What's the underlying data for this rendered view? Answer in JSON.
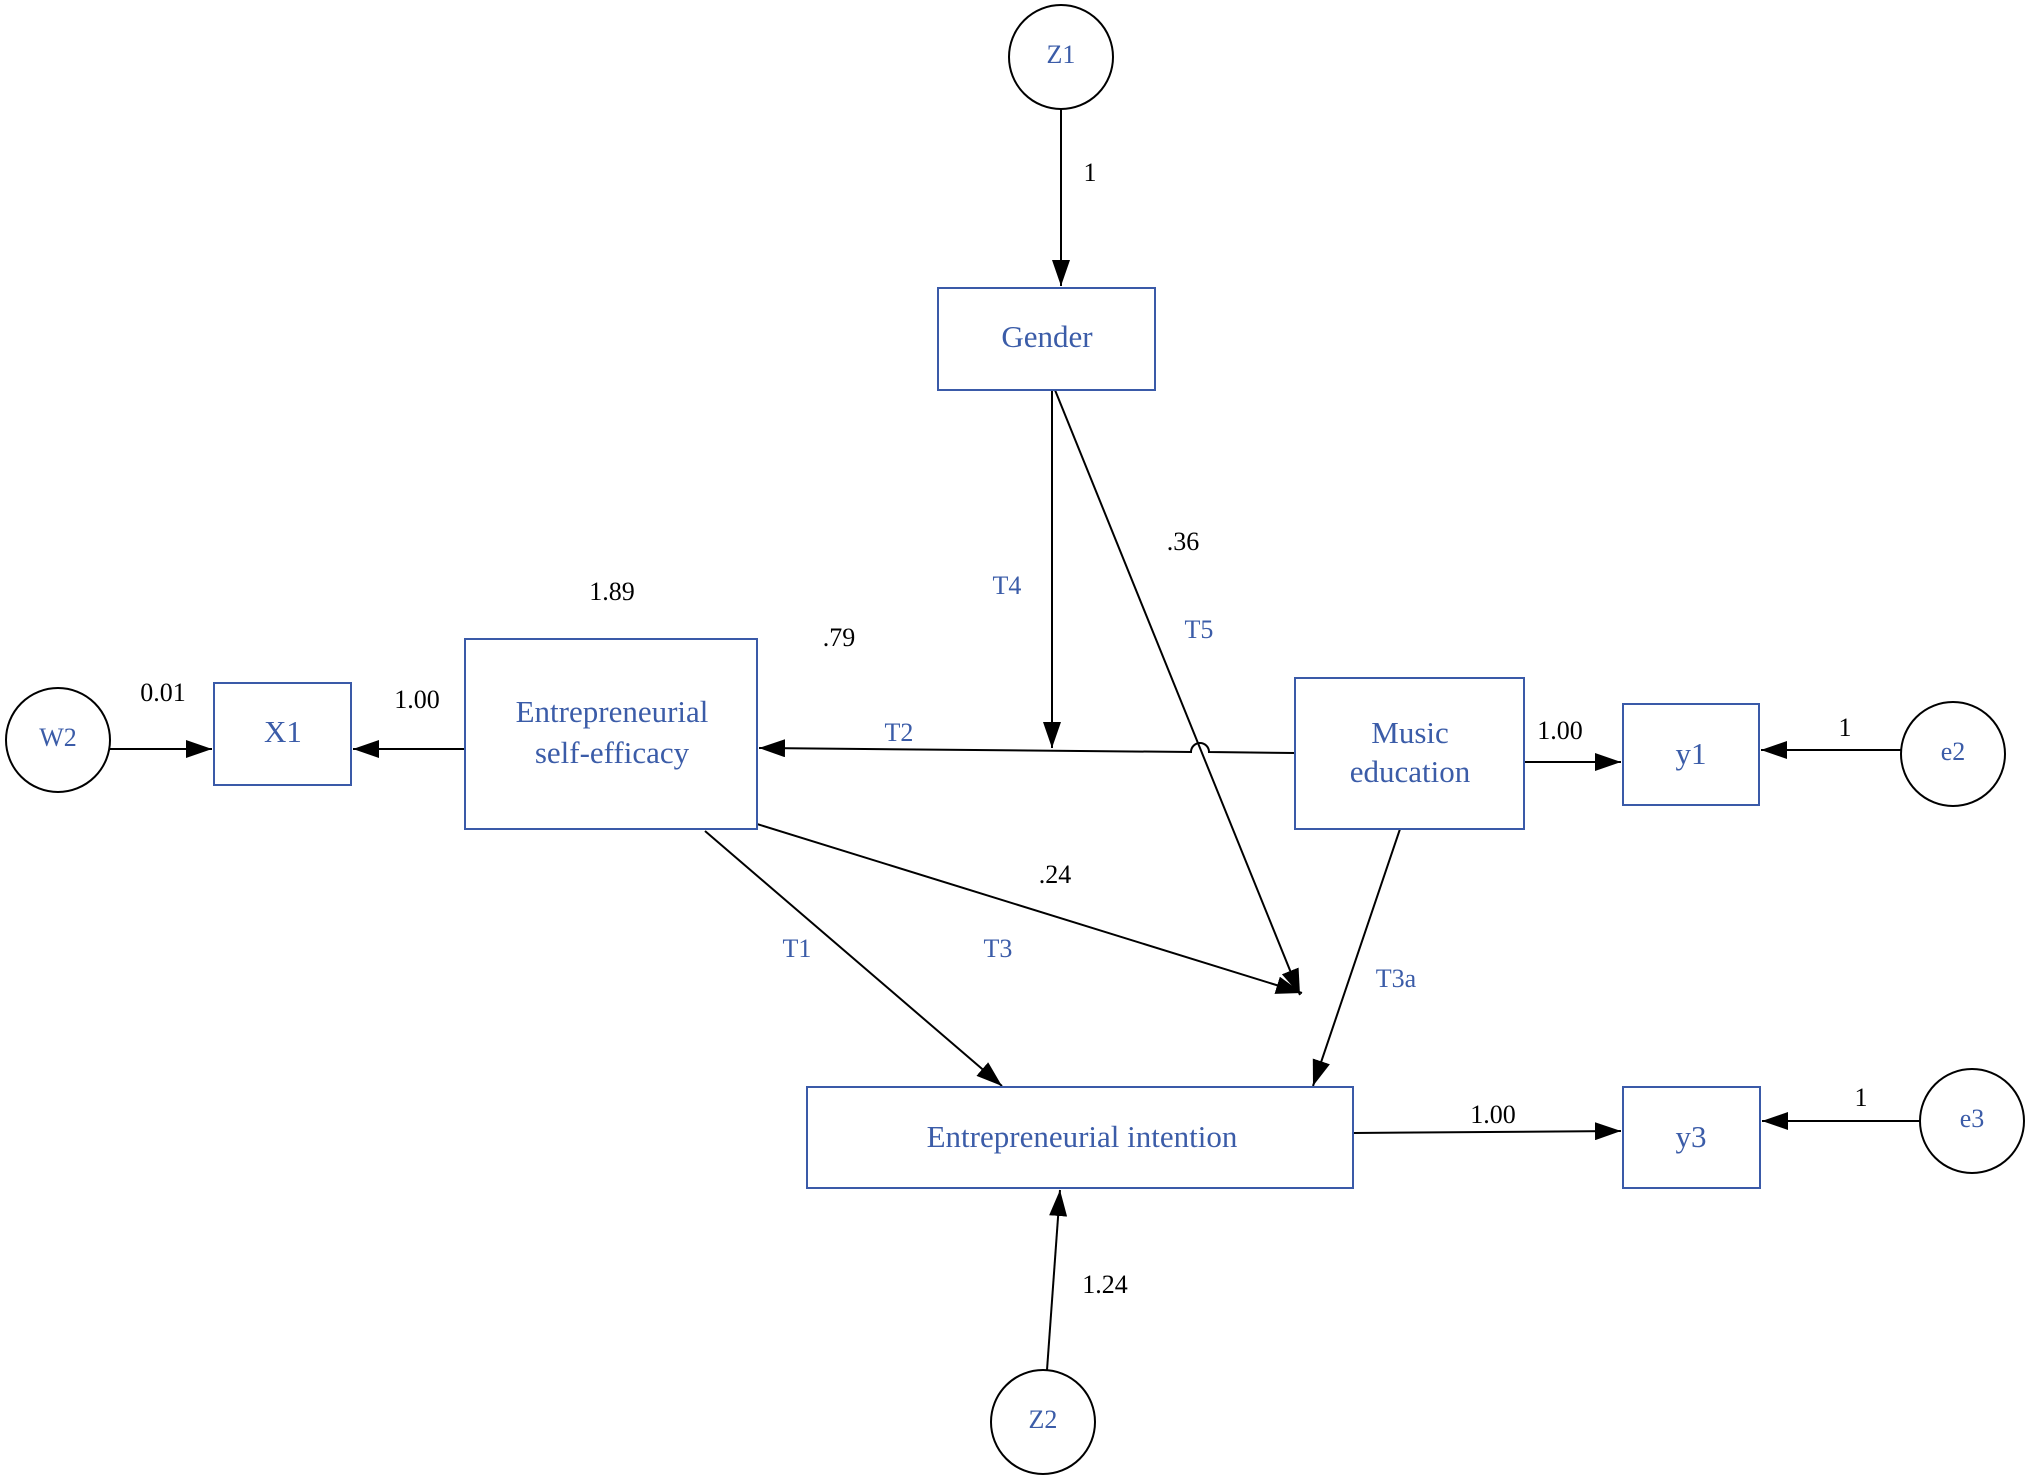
{
  "nodes": {
    "z1": {
      "label": "Z1"
    },
    "gender": {
      "label": "Gender"
    },
    "w2": {
      "label": "W2"
    },
    "x1": {
      "label": "X1"
    },
    "self_efficacy": {
      "lines": [
        "Entrepreneurial",
        "self-efficacy"
      ]
    },
    "music_education": {
      "lines": [
        "Music",
        "education"
      ]
    },
    "y1": {
      "label": "y1"
    },
    "e2": {
      "label": "e2"
    },
    "intention": {
      "label": "Entrepreneurial intention"
    },
    "y3": {
      "label": "y3"
    },
    "e3": {
      "label": "e3"
    },
    "z2": {
      "label": "Z2"
    }
  },
  "coefficients": {
    "z1_gender": "1",
    "self_efficacy_variance": "1.89",
    "music_self_efficacy": ".79",
    "gender_moderation": ".36",
    "w2_x1": "0.01",
    "self_efficacy_x1": "1.00",
    "music_y1": "1.00",
    "e2_y1": "1",
    "self_efficacy_moderation": ".24",
    "intention_y3": "1.00",
    "e3_y3": "1",
    "z2_intention": "1.24"
  },
  "path_labels": {
    "t1": "T1",
    "t2": "T2",
    "t3": "T3",
    "t3a": "T3a",
    "t4": "T4",
    "t5": "T5"
  },
  "colors": {
    "node_text": "#3b5ca8",
    "node_border": "#3a5aa8",
    "edge": "#000000",
    "coefficient": "#000000"
  }
}
